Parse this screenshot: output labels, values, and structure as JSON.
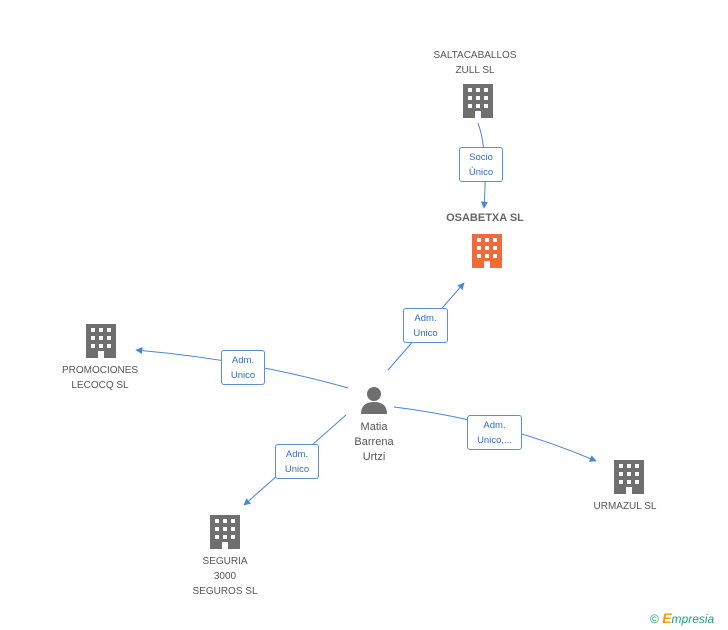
{
  "colors": {
    "edge": "#4a86d8",
    "company": "#6f6f6f",
    "focus_company": "#f26a3a",
    "person": "#6f6f6f",
    "brand_copyright": "#1aa37a",
    "brand_e": "#f39c12"
  },
  "nodes": {
    "saltacaballos": {
      "lines": [
        "SALTACABALLOS",
        "ZULL SL"
      ],
      "icon": "building-icon"
    },
    "osabetxa": {
      "lines": [
        "OSABETXA SL"
      ],
      "icon": "building-icon"
    },
    "promociones": {
      "lines": [
        "PROMOCIONES",
        "LECOCQ SL"
      ],
      "icon": "building-icon"
    },
    "person": {
      "lines": [
        "Matia",
        "Barrena",
        "Urtzi"
      ],
      "icon": "person-icon"
    },
    "seguria": {
      "lines": [
        "SEGURIA",
        "3000",
        "SEGUROS SL"
      ],
      "icon": "building-icon"
    },
    "urmazul": {
      "lines": [
        "URMAZUL SL"
      ],
      "icon": "building-icon"
    }
  },
  "edges": {
    "socio_unico": {
      "lines": [
        "Socio",
        "Único"
      ]
    },
    "adm_osabetxa": {
      "lines": [
        "Adm.",
        "Unico"
      ]
    },
    "adm_promociones": {
      "lines": [
        "Adm.",
        "Unico"
      ]
    },
    "adm_seguria": {
      "lines": [
        "Adm.",
        "Unico"
      ]
    },
    "adm_urmazul": {
      "lines": [
        "Adm.",
        "Unico,..."
      ]
    }
  },
  "brand": {
    "copyright": "©",
    "e": "E",
    "rest": "mpresia"
  }
}
